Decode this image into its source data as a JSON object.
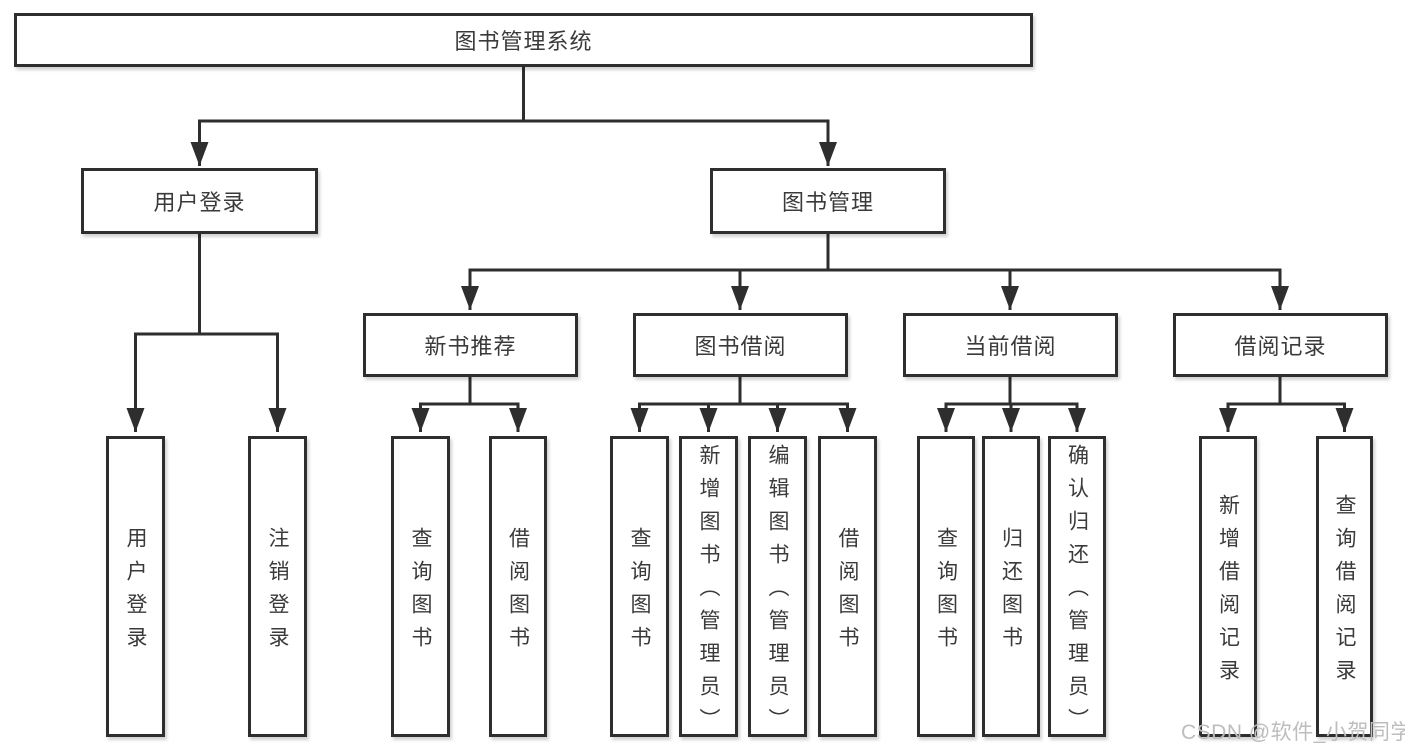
{
  "diagram": {
    "title": "图书管理系统",
    "root": "图书管理系统",
    "level2": {
      "user_login": "用户登录",
      "book_management": "图书管理"
    },
    "level3": {
      "new_book_recommend": "新书推荐",
      "book_borrow": "图书借阅",
      "current_borrow": "当前借阅",
      "borrow_records": "借阅记录"
    },
    "leaves": {
      "user_login": [
        "用户登录",
        "注销登录"
      ],
      "new_book_recommend": [
        "查询图书",
        "借阅图书"
      ],
      "book_borrow": [
        "查询图书",
        "新增图书（管理员）",
        "编辑图书（管理员）",
        "借阅图书"
      ],
      "current_borrow": [
        "查询图书",
        "归还图书",
        "确认归还（管理员）"
      ],
      "borrow_records": [
        "新增借阅记录",
        "查询借阅记录"
      ]
    }
  },
  "watermark": "CSDN @软件_小贺同学",
  "colors": {
    "line": "#2e2e2e",
    "box_border": "#2e2e2e",
    "box_fill": "#ffffff",
    "text": "#3a3a3a",
    "watermark": "#bdbdbd",
    "background": "#ffffff"
  }
}
